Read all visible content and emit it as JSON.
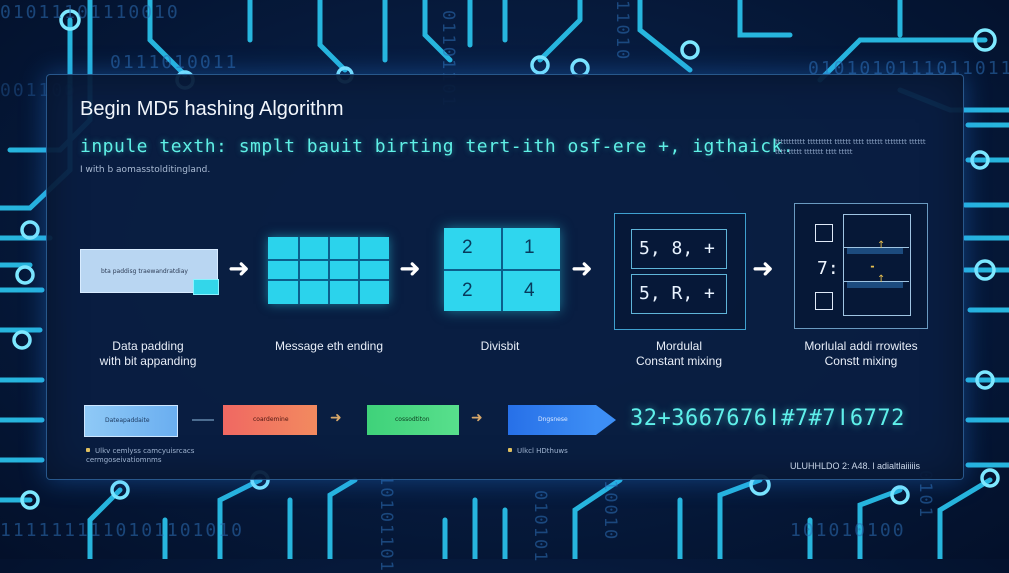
{
  "background": {
    "binary_rows": [
      "01011101110010",
      "0111010011",
      "0101010111011011010",
      "001100",
      "1111111110101101010",
      "101010100"
    ],
    "binary_cols": [
      "01101101",
      "11010",
      "10101101",
      "10010",
      "010101",
      "0101"
    ]
  },
  "header": {
    "title": "Begin  MD5 hashing Algorithm",
    "input_line": "inpule texth: smplt bauit birting tert-ith osf-ere +, igthaick.",
    "caption": "I with b aomasstolditingland.",
    "note_right": "ttttttttttt ttttttttt tttttt tttt tttttt tttttttt tttttt tttt ttttt ttttttt tttt ttttt"
  },
  "steps": [
    {
      "label": "Data padding\nwith bit appanding",
      "box_text": "bta paddisg traewandratdiay"
    },
    {
      "label": "Message eth ending"
    },
    {
      "label": "Divisbit",
      "cells": [
        "2",
        "1",
        "2",
        "4"
      ]
    },
    {
      "label": "Mordulal\nConstant mixing",
      "rows": [
        "5, 8, +",
        "5, R, +"
      ]
    },
    {
      "label": "Morlulal addi rrowites\nConstt mixing",
      "mark": "7:"
    }
  ],
  "pipeline": {
    "boxes": [
      {
        "text": "Dateapaddaite",
        "color": "#7fc0f4"
      },
      {
        "text": "coardemine",
        "color": "#f07060"
      },
      {
        "text": "cossodtiton",
        "color": "#46d774"
      },
      {
        "text": "Dngsnese",
        "color": "#2b7df0"
      }
    ],
    "hash_output": "32+3667676ǀ#7#7ǀ6772",
    "legend_left": "Ulkv cemlyss camcyuisrcacs\ncermgoseivatiomnms",
    "legend_mid": "Ulkcl HDthuws",
    "note_br": "ULUHHLDO 2: A48. l adialtlaiiiiis"
  },
  "colors": {
    "accent_cyan": "#2bd3ec",
    "glow_text": "#5ff0e6",
    "background": "#061a3c"
  }
}
